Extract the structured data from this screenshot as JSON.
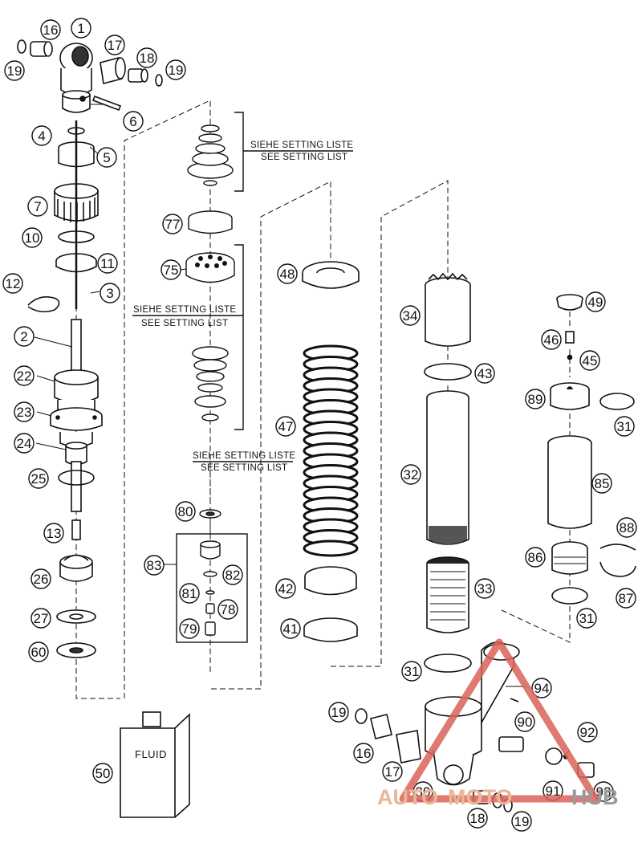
{
  "callouts": [
    {
      "id": "c1",
      "label": "1"
    },
    {
      "id": "c16a",
      "label": "16"
    },
    {
      "id": "c19a",
      "label": "19"
    },
    {
      "id": "c17a",
      "label": "17"
    },
    {
      "id": "c18a",
      "label": "18"
    },
    {
      "id": "c19b",
      "label": "19"
    },
    {
      "id": "c6",
      "label": "6"
    },
    {
      "id": "c4",
      "label": "4"
    },
    {
      "id": "c5",
      "label": "5"
    },
    {
      "id": "c7",
      "label": "7"
    },
    {
      "id": "c10",
      "label": "10"
    },
    {
      "id": "c11",
      "label": "11"
    },
    {
      "id": "c12",
      "label": "12"
    },
    {
      "id": "c3",
      "label": "3"
    },
    {
      "id": "c2",
      "label": "2"
    },
    {
      "id": "c22",
      "label": "22"
    },
    {
      "id": "c23",
      "label": "23"
    },
    {
      "id": "c24",
      "label": "24"
    },
    {
      "id": "c25",
      "label": "25"
    },
    {
      "id": "c13",
      "label": "13"
    },
    {
      "id": "c26",
      "label": "26"
    },
    {
      "id": "c27",
      "label": "27"
    },
    {
      "id": "c60",
      "label": "60"
    },
    {
      "id": "c77",
      "label": "77"
    },
    {
      "id": "c75",
      "label": "75"
    },
    {
      "id": "c80",
      "label": "80"
    },
    {
      "id": "c83",
      "label": "83"
    },
    {
      "id": "c82",
      "label": "82"
    },
    {
      "id": "c81",
      "label": "81"
    },
    {
      "id": "c78",
      "label": "78"
    },
    {
      "id": "c79",
      "label": "79"
    },
    {
      "id": "c48",
      "label": "48"
    },
    {
      "id": "c47",
      "label": "47"
    },
    {
      "id": "c42",
      "label": "42"
    },
    {
      "id": "c41",
      "label": "41"
    },
    {
      "id": "c34",
      "label": "34"
    },
    {
      "id": "c43",
      "label": "43"
    },
    {
      "id": "c32",
      "label": "32"
    },
    {
      "id": "c33",
      "label": "33"
    },
    {
      "id": "c31a",
      "label": "31"
    },
    {
      "id": "c49",
      "label": "49"
    },
    {
      "id": "c46",
      "label": "46"
    },
    {
      "id": "c45",
      "label": "45"
    },
    {
      "id": "c89",
      "label": "89"
    },
    {
      "id": "c31b",
      "label": "31"
    },
    {
      "id": "c85",
      "label": "85"
    },
    {
      "id": "c88",
      "label": "88"
    },
    {
      "id": "c86",
      "label": "86"
    },
    {
      "id": "c87",
      "label": "87"
    },
    {
      "id": "c31c",
      "label": "31"
    },
    {
      "id": "c94",
      "label": "94"
    },
    {
      "id": "c90",
      "label": "90"
    },
    {
      "id": "c92",
      "label": "92"
    },
    {
      "id": "c19c",
      "label": "19"
    },
    {
      "id": "c16b",
      "label": "16"
    },
    {
      "id": "c17b",
      "label": "17"
    },
    {
      "id": "c91",
      "label": "91"
    },
    {
      "id": "c93",
      "label": "93"
    },
    {
      "id": "c30",
      "label": "30"
    },
    {
      "id": "c18b",
      "label": "18"
    },
    {
      "id": "c19d",
      "label": "19"
    },
    {
      "id": "c50",
      "label": "50"
    }
  ],
  "notes": {
    "note1_de": "SIEHE SETTING LISTE",
    "note1_en": "SEE SETTING LIST",
    "note2_de": "SIEHE SETTING LISTE",
    "note2_en": "SEE SETTING LIST",
    "note3_de": "SIEHE SETTING LISTE",
    "note3_en": "SEE SETTING LIST"
  },
  "fluid_label": "FLUID",
  "watermark": {
    "part1": "AUTO",
    "part2": "MOTO",
    "part3": "HUB",
    "color_main": "#e8b796",
    "color_hub": "#9a9a9a",
    "triangle_color": "#d9635a"
  },
  "colors": {
    "line": "#111111",
    "background": "#ffffff"
  }
}
